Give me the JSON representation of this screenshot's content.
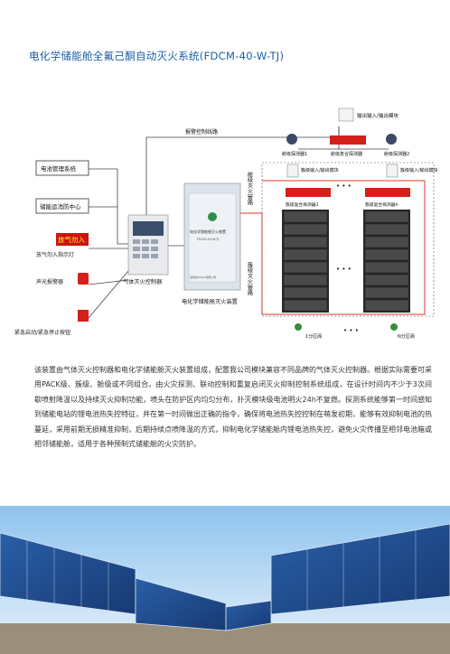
{
  "page": {
    "title": "电化学储能舱全氟己酮自动灭火系统(FDCM-40-W-TJ)",
    "paragraph": "该装置由气体灭火控制器和电化学储能舱灭火装置组成，配置我公司模块兼容不同品牌的气体灭火控制器。根据实际需要可采用PACK级、簇级、舱级或不同组合。由火灾探测、联动控制和重复启闭灭火抑制控制系统组成，在设计时间内不少于3次间歇喷射降温以及持续灭火抑制功能，喷头在防护区内均匀分布，扑灭模块级电池明火24h不复燃。探测系统能够第一时间感知到储能电站的锂电池热失控特征，并在第一时间做出正确的指令，确保将电池热失控控制在萌发初期，能够有效抑制电池的热蔓延，采用前期无损精准抑制，后期持续点喷降温的方式，抑制电化学储能舱内锂电池热失控，避免火灾传播至相邻电池箱或相邻储能舱，适用于各种预制式储能舱的火灾防护。"
  },
  "diagram": {
    "bms": "电池管理系统",
    "ems": "储能运消防中心",
    "alarm_sign": "放气勿入",
    "alarm_sign_label": "放气勿入指示灯",
    "sound_alarm": "声光报警器",
    "emergency": "紧急启动/紧急停止按钮",
    "controller": "气体灭火控制器",
    "device_label": "电化学储能舱灭火装置",
    "device_panel_top": "电化学储能舱灭火装置",
    "device_panel_model": "FDCM-40-W-TJ",
    "device_company": "深圳市XXXX有限公司",
    "alarm_line": "报警控制线路",
    "io_top": "输出输入/输出模块",
    "detector1": "舱级探测器1",
    "composite": "舱级复合探测器",
    "detector2": "舱级探测器2",
    "io_module": "簇级输入/输出模块",
    "cluster_detector1": "簇级复合探测器1",
    "cluster_detector2": "簇级复合探测器n",
    "main_pipe": "舱级灭火管路",
    "branch_pipe": "簇级灭火管路",
    "valve1": "1分区阀",
    "valve2": "N分区阀",
    "ellipsis": "• • •"
  }
}
